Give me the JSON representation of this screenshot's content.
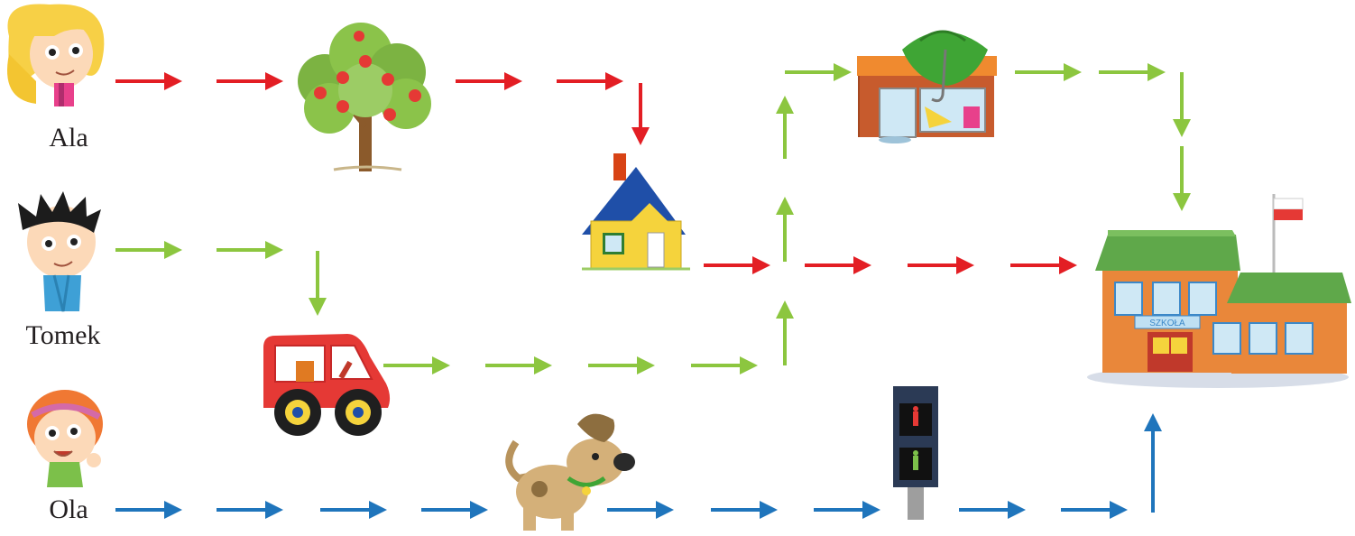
{
  "children": [
    {
      "name": "Ala",
      "route_color": "#e31e24"
    },
    {
      "name": "Tomek",
      "route_color": "#8cc63f"
    },
    {
      "name": "Ola",
      "route_color": "#1f75bc"
    }
  ],
  "landmarks": {
    "school_sign": "SZKOŁA"
  },
  "colors": {
    "red": "#e31e24",
    "green": "#8cc63f",
    "blue": "#1f75bc"
  }
}
